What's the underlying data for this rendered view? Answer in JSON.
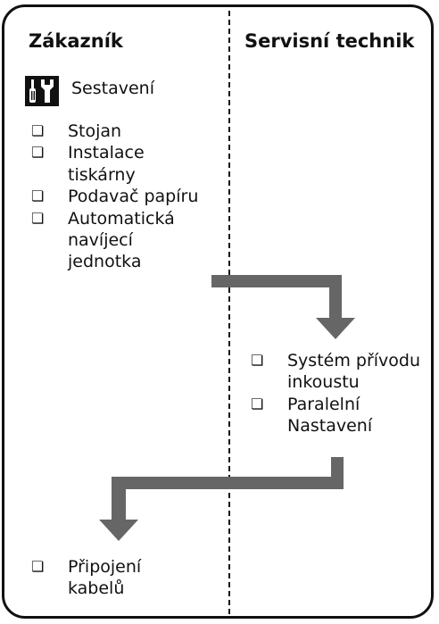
{
  "columns": {
    "customer": {
      "title": "Zákazník"
    },
    "technician": {
      "title": "Servisní technik"
    }
  },
  "tool_section": {
    "icon": "tools-icon",
    "label": "Sestavení"
  },
  "checkbox_glyph": "❏",
  "customer_items_top": [
    {
      "lines": [
        "Stojan"
      ]
    },
    {
      "lines": [
        "Instalace",
        "tiskárny"
      ]
    },
    {
      "lines": [
        "Podavač papíru"
      ]
    },
    {
      "lines": [
        "Automatická",
        "navíjecí",
        "jednotka"
      ]
    }
  ],
  "technician_items": [
    {
      "lines": [
        "Systém přívodu",
        "inkoustu"
      ]
    },
    {
      "lines": [
        "Paralelní",
        "Nastavení"
      ]
    }
  ],
  "customer_items_bottom": [
    {
      "lines": [
        "Připojení",
        "kabelů"
      ]
    }
  ],
  "colors": {
    "arrow": "#666666",
    "border": "#111111"
  }
}
